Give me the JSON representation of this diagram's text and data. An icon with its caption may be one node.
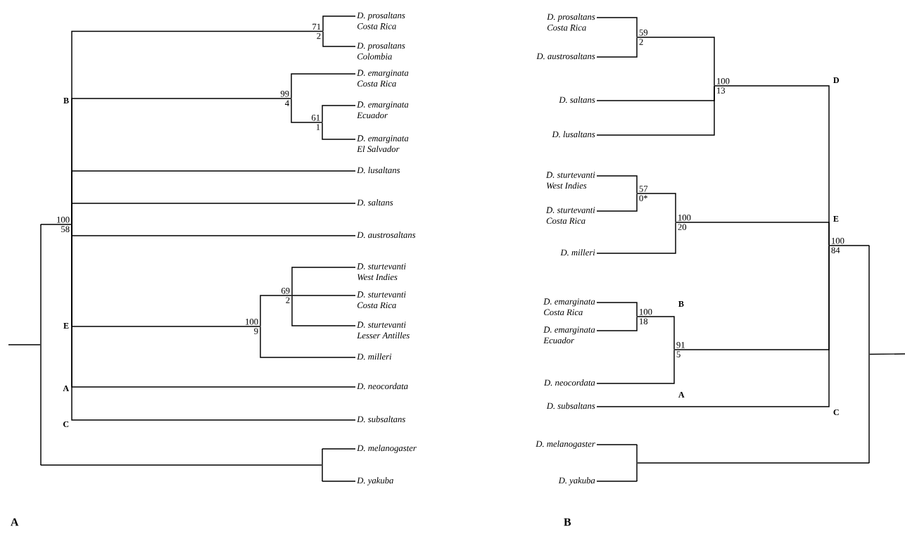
{
  "diagram": {
    "nodes": [
      {
        "text": [],
        "shape": "bar"
      },
      {
        "text": [
          "100",
          "58"
        ]
      },
      {
        "text": [
          "71",
          "2"
        ]
      },
      {
        "text": [
          "D. prosaltans",
          "Costa Rica"
        ]
      },
      {
        "text": [
          "D. prosaltans",
          "Colombia"
        ]
      },
      {
        "text": [
          "99",
          "4"
        ]
      },
      {
        "text": [
          "D. emarginata",
          "Costa Rica"
        ]
      },
      {
        "text": [
          "61",
          "1"
        ]
      },
      {
        "text": [
          "D. emarginata",
          "Ecuador"
        ]
      },
      {
        "text": [
          "D. emarginata",
          "El Salvador"
        ]
      },
      {
        "text": [
          "D. lusaltans"
        ]
      },
      {
        "text": [
          "D. saltans"
        ]
      },
      {
        "text": [
          "D. austrosaltans"
        ]
      },
      {
        "text": [
          "100",
          "9"
        ]
      },
      {
        "text": [
          "69",
          "2"
        ]
      },
      {
        "text": [
          "D. sturtevanti",
          "West Indies"
        ]
      },
      {
        "text": [
          "D. sturtevanti",
          "Costa Rica"
        ]
      },
      {
        "text": [
          "D. sturtevanti",
          "Lesser Antilles"
        ]
      },
      {
        "text": [
          "D. milleri"
        ]
      },
      {
        "text": [
          "D. neocordata"
        ]
      },
      {
        "text": [
          "D. subsaltans"
        ]
      },
      {
        "text": [],
        "shape": "bar"
      },
      {
        "text": [
          "D. melanogaster"
        ]
      },
      {
        "text": [
          "D. yakuba"
        ]
      },
      {
        "text": [],
        "shape": "bar"
      },
      {
        "text": [
          "100",
          "84"
        ]
      },
      {
        "text": [
          "100",
          "13"
        ]
      },
      {
        "text": [
          "59",
          "2"
        ]
      },
      {
        "text": [
          "D. prosaltans",
          "Costa Rica"
        ]
      },
      {
        "text": [
          "D. austrosaltans"
        ]
      },
      {
        "text": [
          "D. saltans"
        ]
      },
      {
        "text": [
          "D. lusaltans"
        ]
      },
      {
        "text": [
          "100",
          "20"
        ]
      },
      {
        "text": [
          "57",
          "0*"
        ]
      },
      {
        "text": [
          "D. sturtevanti",
          "West Indies"
        ]
      },
      {
        "text": [
          "D. sturtevanti",
          "Costa Rica"
        ]
      },
      {
        "text": [
          "D. milleri"
        ]
      },
      {
        "text": [
          "91",
          "5"
        ]
      },
      {
        "text": [
          "100",
          "18"
        ]
      },
      {
        "text": [
          "D. emarginata",
          "Costa Rica"
        ]
      },
      {
        "text": [
          "D. emarginata",
          "Ecuador"
        ]
      },
      {
        "text": [
          "D. neocordata"
        ]
      },
      {
        "text": [
          "D. subsaltans"
        ]
      },
      {
        "text": [],
        "shape": "bar"
      },
      {
        "text": [
          "D. melanogaster"
        ]
      },
      {
        "text": [
          "D. yakuba"
        ]
      }
    ],
    "edges": [
      {
        "from": null,
        "to": 0,
        "arrow": "none"
      },
      {
        "from": 0,
        "to": 1,
        "arrow": "none"
      },
      {
        "from": 0,
        "to": 21,
        "arrow": "none"
      },
      {
        "from": 1,
        "to": 2,
        "arrow": "none"
      },
      {
        "from": 2,
        "to": 3,
        "arrow": "none"
      },
      {
        "from": 2,
        "to": 4,
        "arrow": "none"
      },
      {
        "from": 1,
        "to": 5,
        "arrow": "none"
      },
      {
        "from": 5,
        "to": 6,
        "arrow": "none"
      },
      {
        "from": 5,
        "to": 7,
        "arrow": "none"
      },
      {
        "from": 7,
        "to": 8,
        "arrow": "none"
      },
      {
        "from": 7,
        "to": 9,
        "arrow": "none"
      },
      {
        "from": 1,
        "to": 10,
        "arrow": "none"
      },
      {
        "from": 1,
        "to": 11,
        "arrow": "none"
      },
      {
        "from": 1,
        "to": 12,
        "arrow": "none"
      },
      {
        "from": 1,
        "to": 13,
        "arrow": "none"
      },
      {
        "from": 13,
        "to": 14,
        "arrow": "none"
      },
      {
        "from": 14,
        "to": 15,
        "arrow": "none"
      },
      {
        "from": 14,
        "to": 16,
        "arrow": "none"
      },
      {
        "from": 14,
        "to": 17,
        "arrow": "none"
      },
      {
        "from": 13,
        "to": 18,
        "arrow": "none"
      },
      {
        "from": 1,
        "to": 19,
        "arrow": "none"
      },
      {
        "from": 1,
        "to": 20,
        "arrow": "none"
      },
      {
        "from": 21,
        "to": 22,
        "arrow": "none"
      },
      {
        "from": 21,
        "to": 23,
        "arrow": "none"
      },
      {
        "from": null,
        "to": 24,
        "arrow": "none"
      },
      {
        "from": 24,
        "to": 25,
        "arrow": "none"
      },
      {
        "from": 24,
        "to": 43,
        "arrow": "none"
      },
      {
        "from": 25,
        "to": 26,
        "arrow": "none"
      },
      {
        "from": 26,
        "to": 27,
        "arrow": "none"
      },
      {
        "from": 27,
        "to": 28,
        "arrow": "none"
      },
      {
        "from": 27,
        "to": 29,
        "arrow": "none"
      },
      {
        "from": 26,
        "to": 30,
        "arrow": "none"
      },
      {
        "from": 26,
        "to": 31,
        "arrow": "none"
      },
      {
        "from": 25,
        "to": 32,
        "arrow": "none"
      },
      {
        "from": 32,
        "to": 33,
        "arrow": "none"
      },
      {
        "from": 33,
        "to": 34,
        "arrow": "none"
      },
      {
        "from": 33,
        "to": 35,
        "arrow": "none"
      },
      {
        "from": 32,
        "to": 36,
        "arrow": "none"
      },
      {
        "from": 25,
        "to": 37,
        "arrow": "none"
      },
      {
        "from": 37,
        "to": 38,
        "arrow": "none"
      },
      {
        "from": 38,
        "to": 39,
        "arrow": "none"
      },
      {
        "from": 38,
        "to": 40,
        "arrow": "none"
      },
      {
        "from": 37,
        "to": 41,
        "arrow": "none"
      },
      {
        "from": 25,
        "to": 42,
        "arrow": "none"
      },
      {
        "from": 43,
        "to": 44,
        "arrow": "none"
      },
      {
        "from": 43,
        "to": 45,
        "arrow": "none"
      }
    ],
    "labels": [
      "B",
      "E",
      "A",
      "C",
      "D",
      "E",
      "B",
      "A",
      "C",
      "A",
      "B"
    ]
  }
}
